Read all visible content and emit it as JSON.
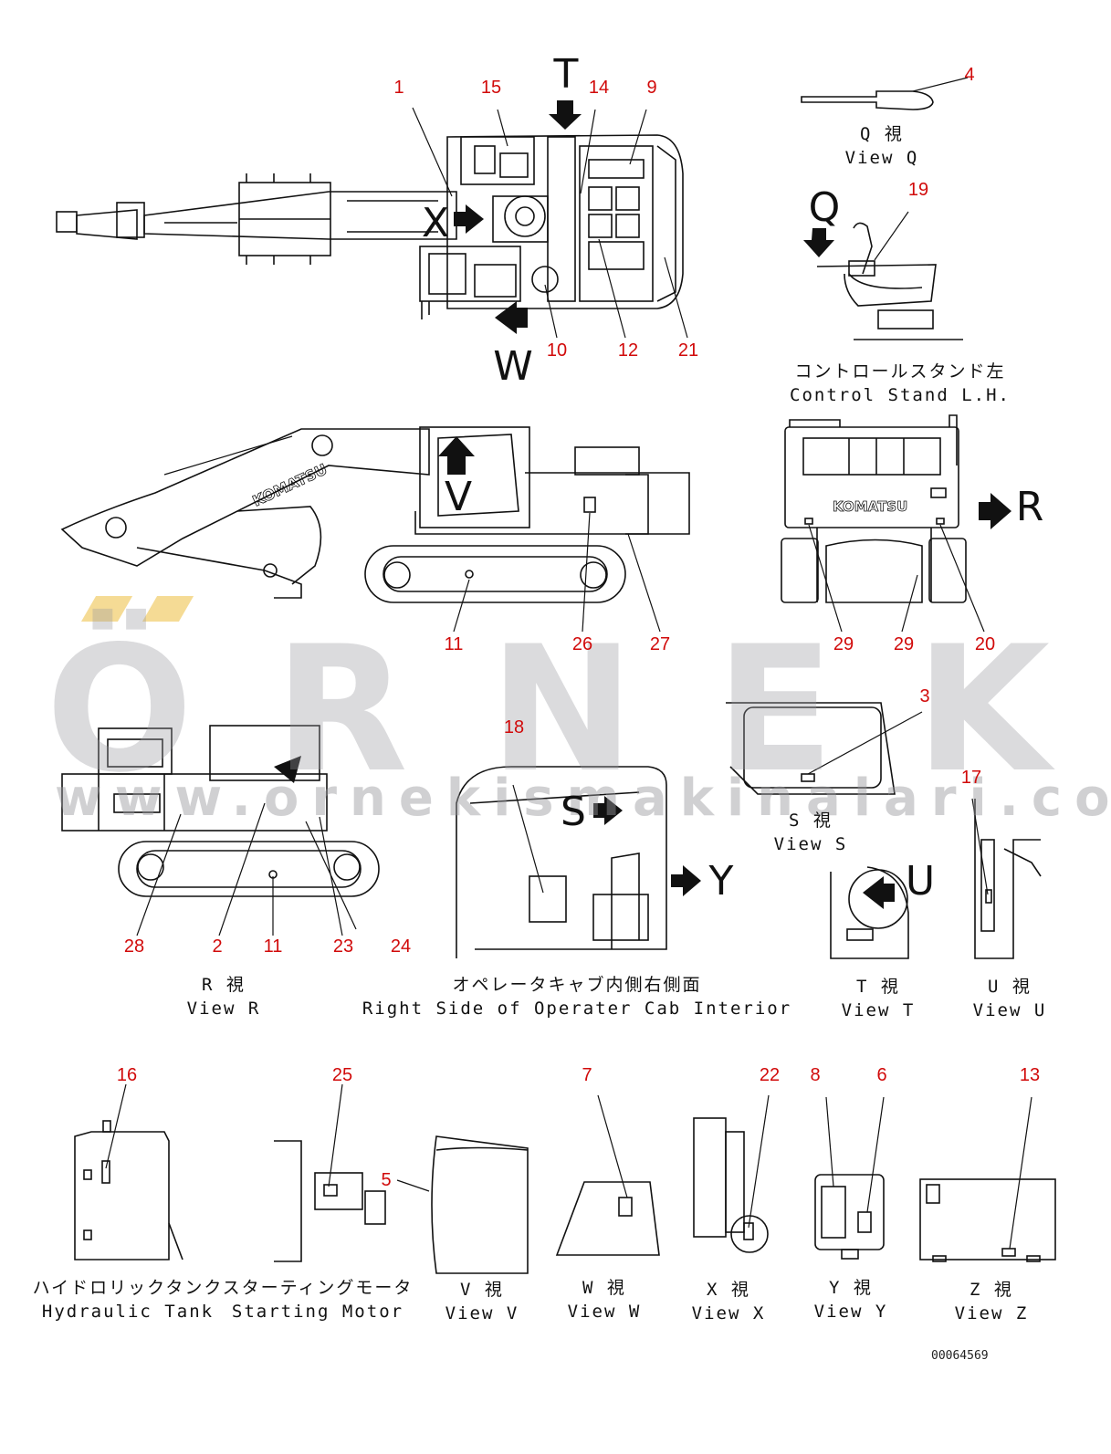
{
  "watermark": {
    "brand": "ÖRNEK",
    "url": "www.ornekismakinalari.com.tr"
  },
  "drawing_code": "00064569",
  "callouts": {
    "c1": "1",
    "c15": "15",
    "c14": "14",
    "c9": "9",
    "c4": "4",
    "c19": "19",
    "c10": "10",
    "c12": "12",
    "c21": "21",
    "c11a": "11",
    "c26": "26",
    "c27": "27",
    "c29a": "29",
    "c29b": "29",
    "c20": "20",
    "c3": "3",
    "c18": "18",
    "c17": "17",
    "c28": "28",
    "c2": "2",
    "c11b": "11",
    "c23": "23",
    "c24": "24",
    "c16": "16",
    "c25": "25",
    "c7": "7",
    "c22": "22",
    "c8": "8",
    "c6": "6",
    "c13": "13",
    "c5": "5"
  },
  "view_letters": {
    "T": "T",
    "X": "X",
    "W": "W",
    "Q": "Q",
    "V": "V",
    "R": "R",
    "S": "S",
    "Y": "Y",
    "U": "U"
  },
  "captions": {
    "view_q": {
      "jp": "Q 視",
      "en": "View Q"
    },
    "control_stand": {
      "jp": "コントロールスタンド左",
      "en": "Control Stand L.H."
    },
    "view_s": {
      "jp": "S 視",
      "en": "View S"
    },
    "view_r": {
      "jp": "R 視",
      "en": "View R"
    },
    "cab_interior": {
      "jp": "オペレータキャブ内側右側面",
      "en": "Right Side of Operater Cab Interior"
    },
    "view_t": {
      "jp": "T 視",
      "en": "View T"
    },
    "view_u": {
      "jp": "U 視",
      "en": "View U"
    },
    "hyd_tank": {
      "jp": "ハイドロリックタンク",
      "en": "Hydraulic Tank"
    },
    "start_motor": {
      "jp": "スターティングモータ",
      "en": "Starting Motor"
    },
    "view_v": {
      "jp": "V 視",
      "en": "View V"
    },
    "view_w": {
      "jp": "W 視",
      "en": "View W"
    },
    "view_x": {
      "jp": "X 視",
      "en": "View X"
    },
    "view_y": {
      "jp": "Y 視",
      "en": "View Y"
    },
    "view_z": {
      "jp": "Z 視",
      "en": "View Z"
    }
  },
  "brand_on_machine": "KOMATSU",
  "colors": {
    "callout": "#d10a0a",
    "line": "#111111",
    "watermark": "#9a9aa0",
    "watermark_accent": "#f3d27a"
  }
}
